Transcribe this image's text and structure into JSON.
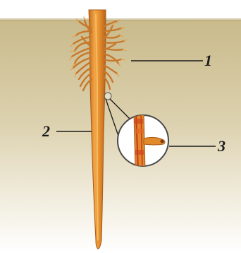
{
  "diagram": {
    "labels": [
      {
        "id": "1",
        "text": "1"
      },
      {
        "id": "2",
        "text": "2"
      },
      {
        "id": "3",
        "text": "3"
      }
    ]
  },
  "colors": {
    "soil_top": "#c8b98a",
    "soil_bottom": "#ffffff",
    "root": "#e8922e",
    "root_dark": "#b8641a",
    "root_light": "#f6b860",
    "root_hair": "#d98a35",
    "lens_fill": "#ffffff",
    "line": "#1a1a1a",
    "cell_red": "#c8361f"
  }
}
